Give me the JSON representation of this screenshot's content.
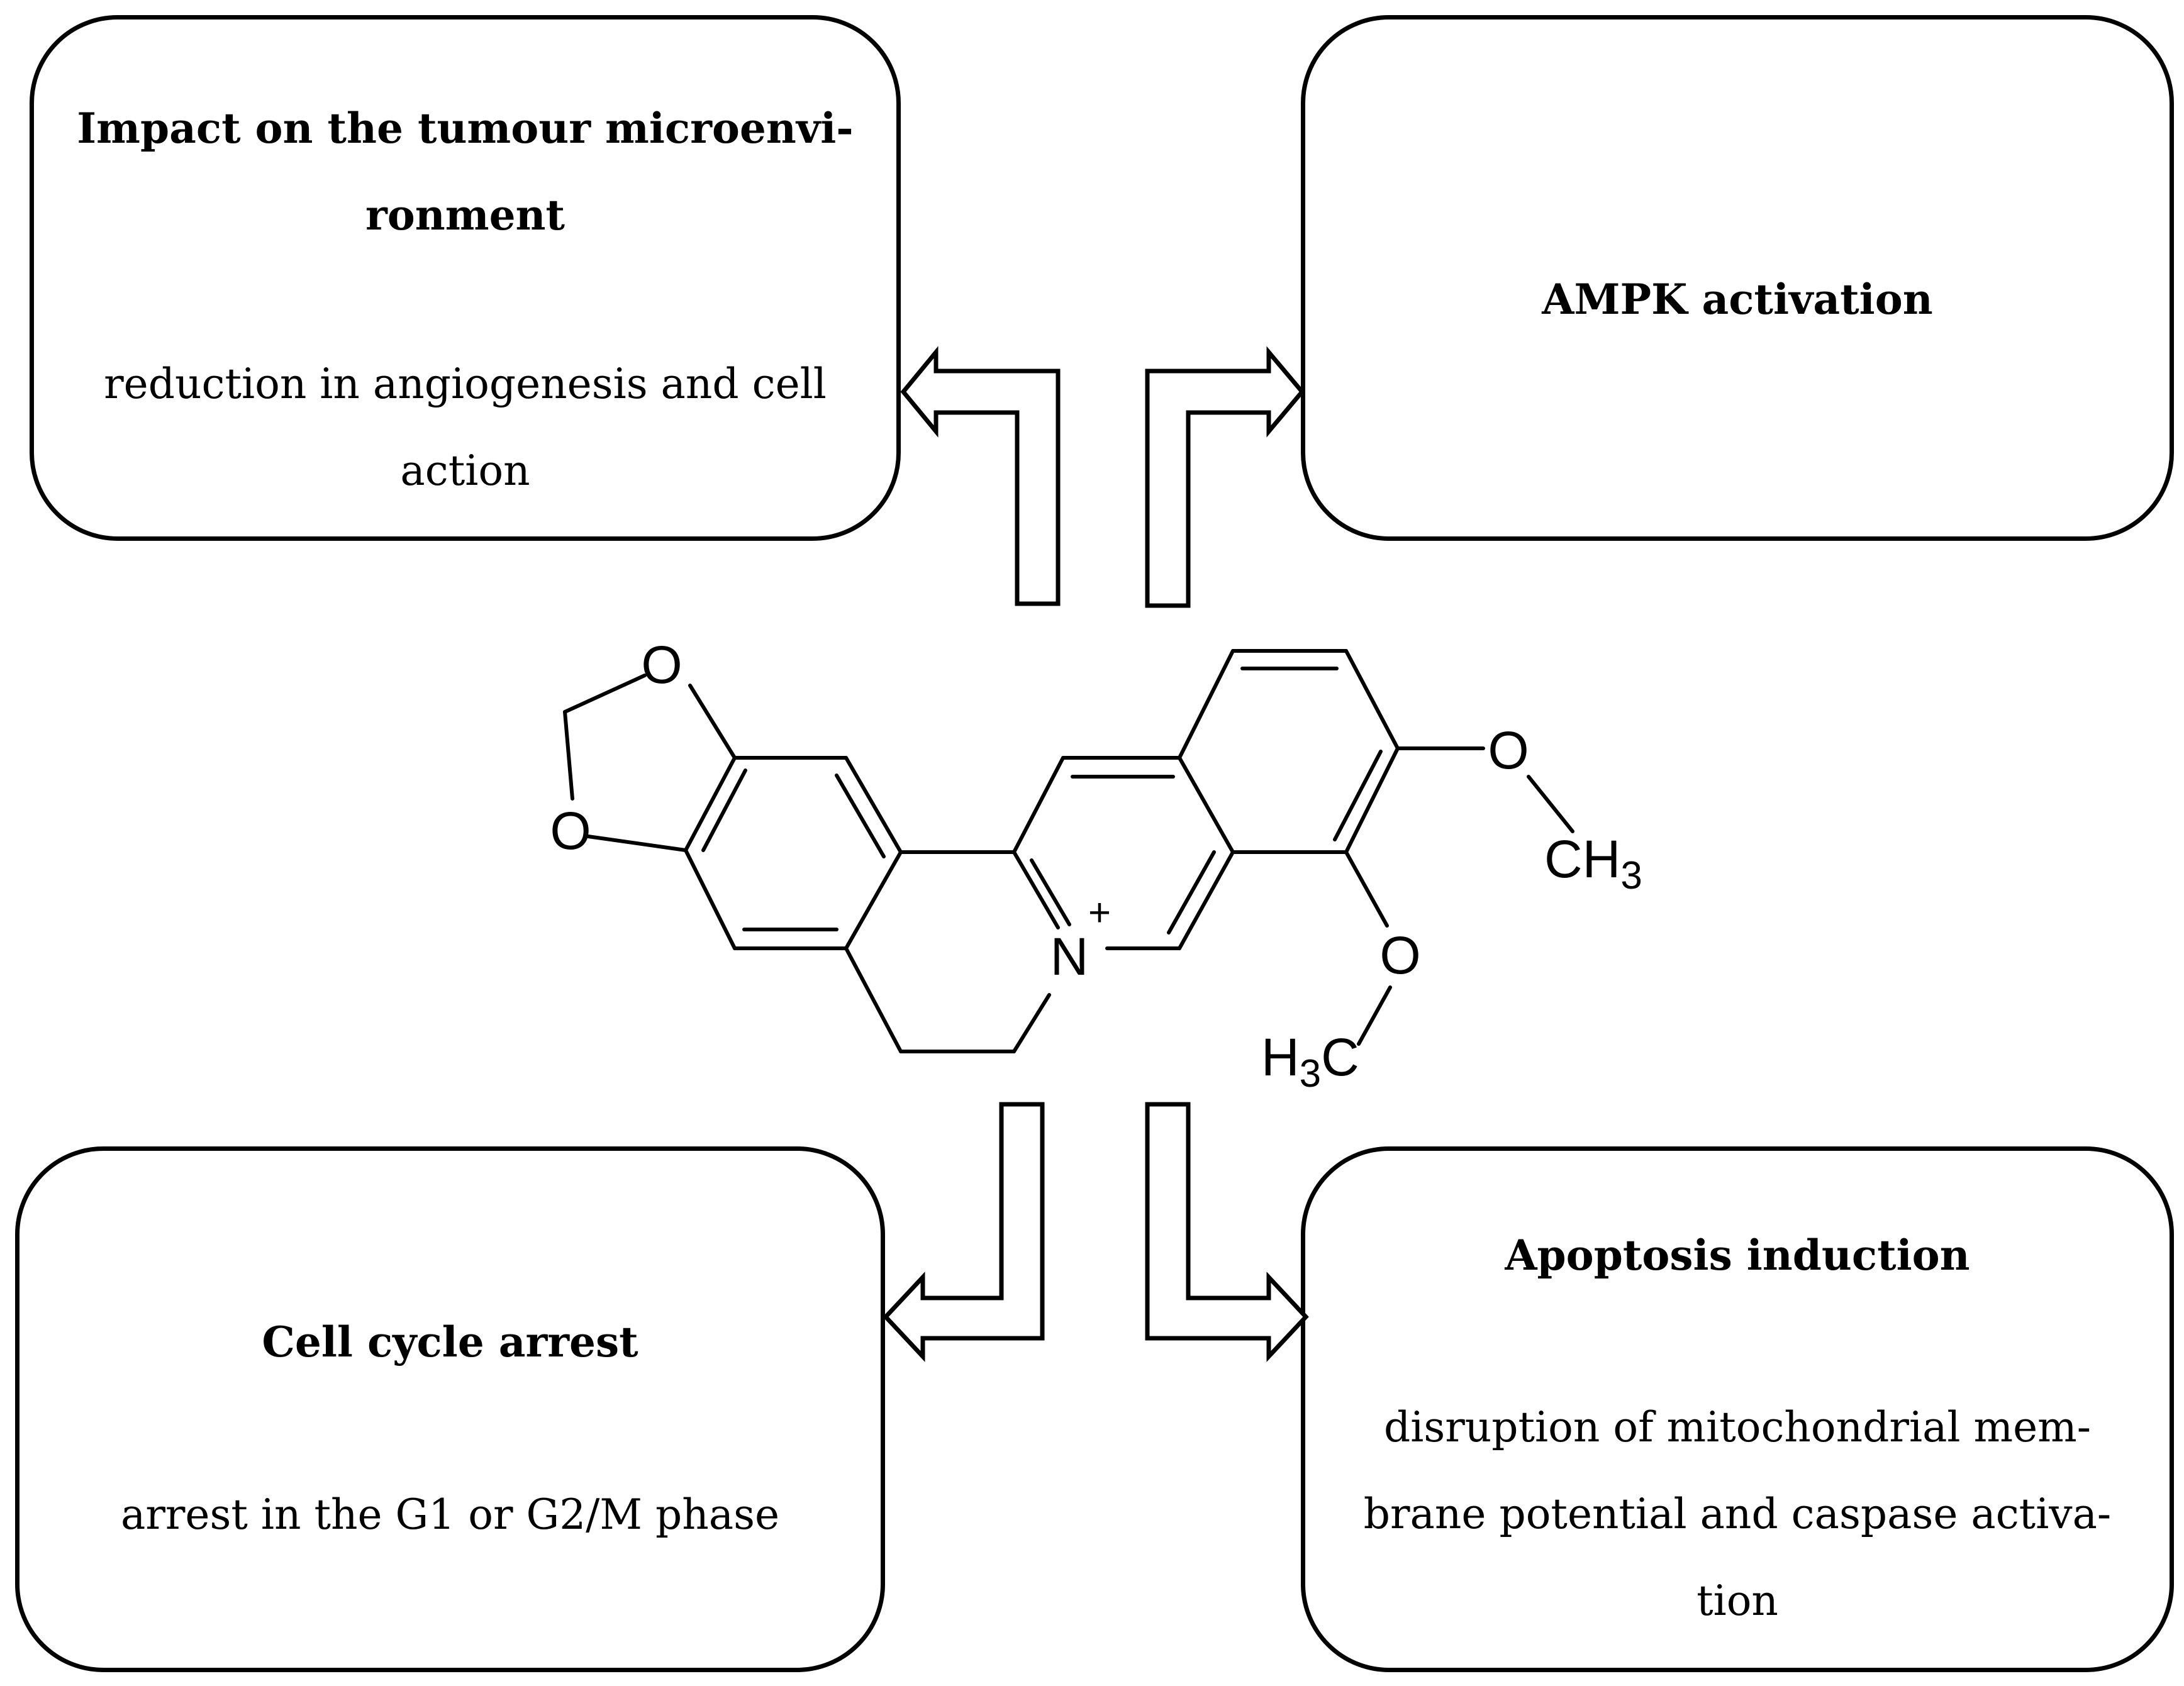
{
  "boxes": {
    "tumour": {
      "title_lines": [
        "Impact on the tumour microenvi-",
        "ronment"
      ],
      "body_lines": [
        "reduction in angiogenesis and cell",
        "action"
      ]
    },
    "ampk": {
      "title_lines": [
        "AMPK activation"
      ],
      "body_lines": []
    },
    "cell_cycle": {
      "title_lines": [
        "Cell cycle arrest"
      ],
      "body_lines": [
        "arrest in the G1 or G2/M phase"
      ]
    },
    "apoptosis": {
      "title_lines": [
        "Apoptosis induction"
      ],
      "body_lines": [
        "disruption of mitochondrial mem-",
        "brane potential and caspase activa-",
        "tion"
      ]
    }
  },
  "molecule": {
    "atoms": {
      "o_top": "O",
      "o_left": "O",
      "n_plus": "N",
      "charge": "+",
      "o_methoxy1": "O",
      "o_methoxy2": "O",
      "ch3_c": "CH",
      "ch3_sub": "3",
      "h3c_h": "H",
      "h3c_sub": "3",
      "h3c_c": "C"
    }
  }
}
